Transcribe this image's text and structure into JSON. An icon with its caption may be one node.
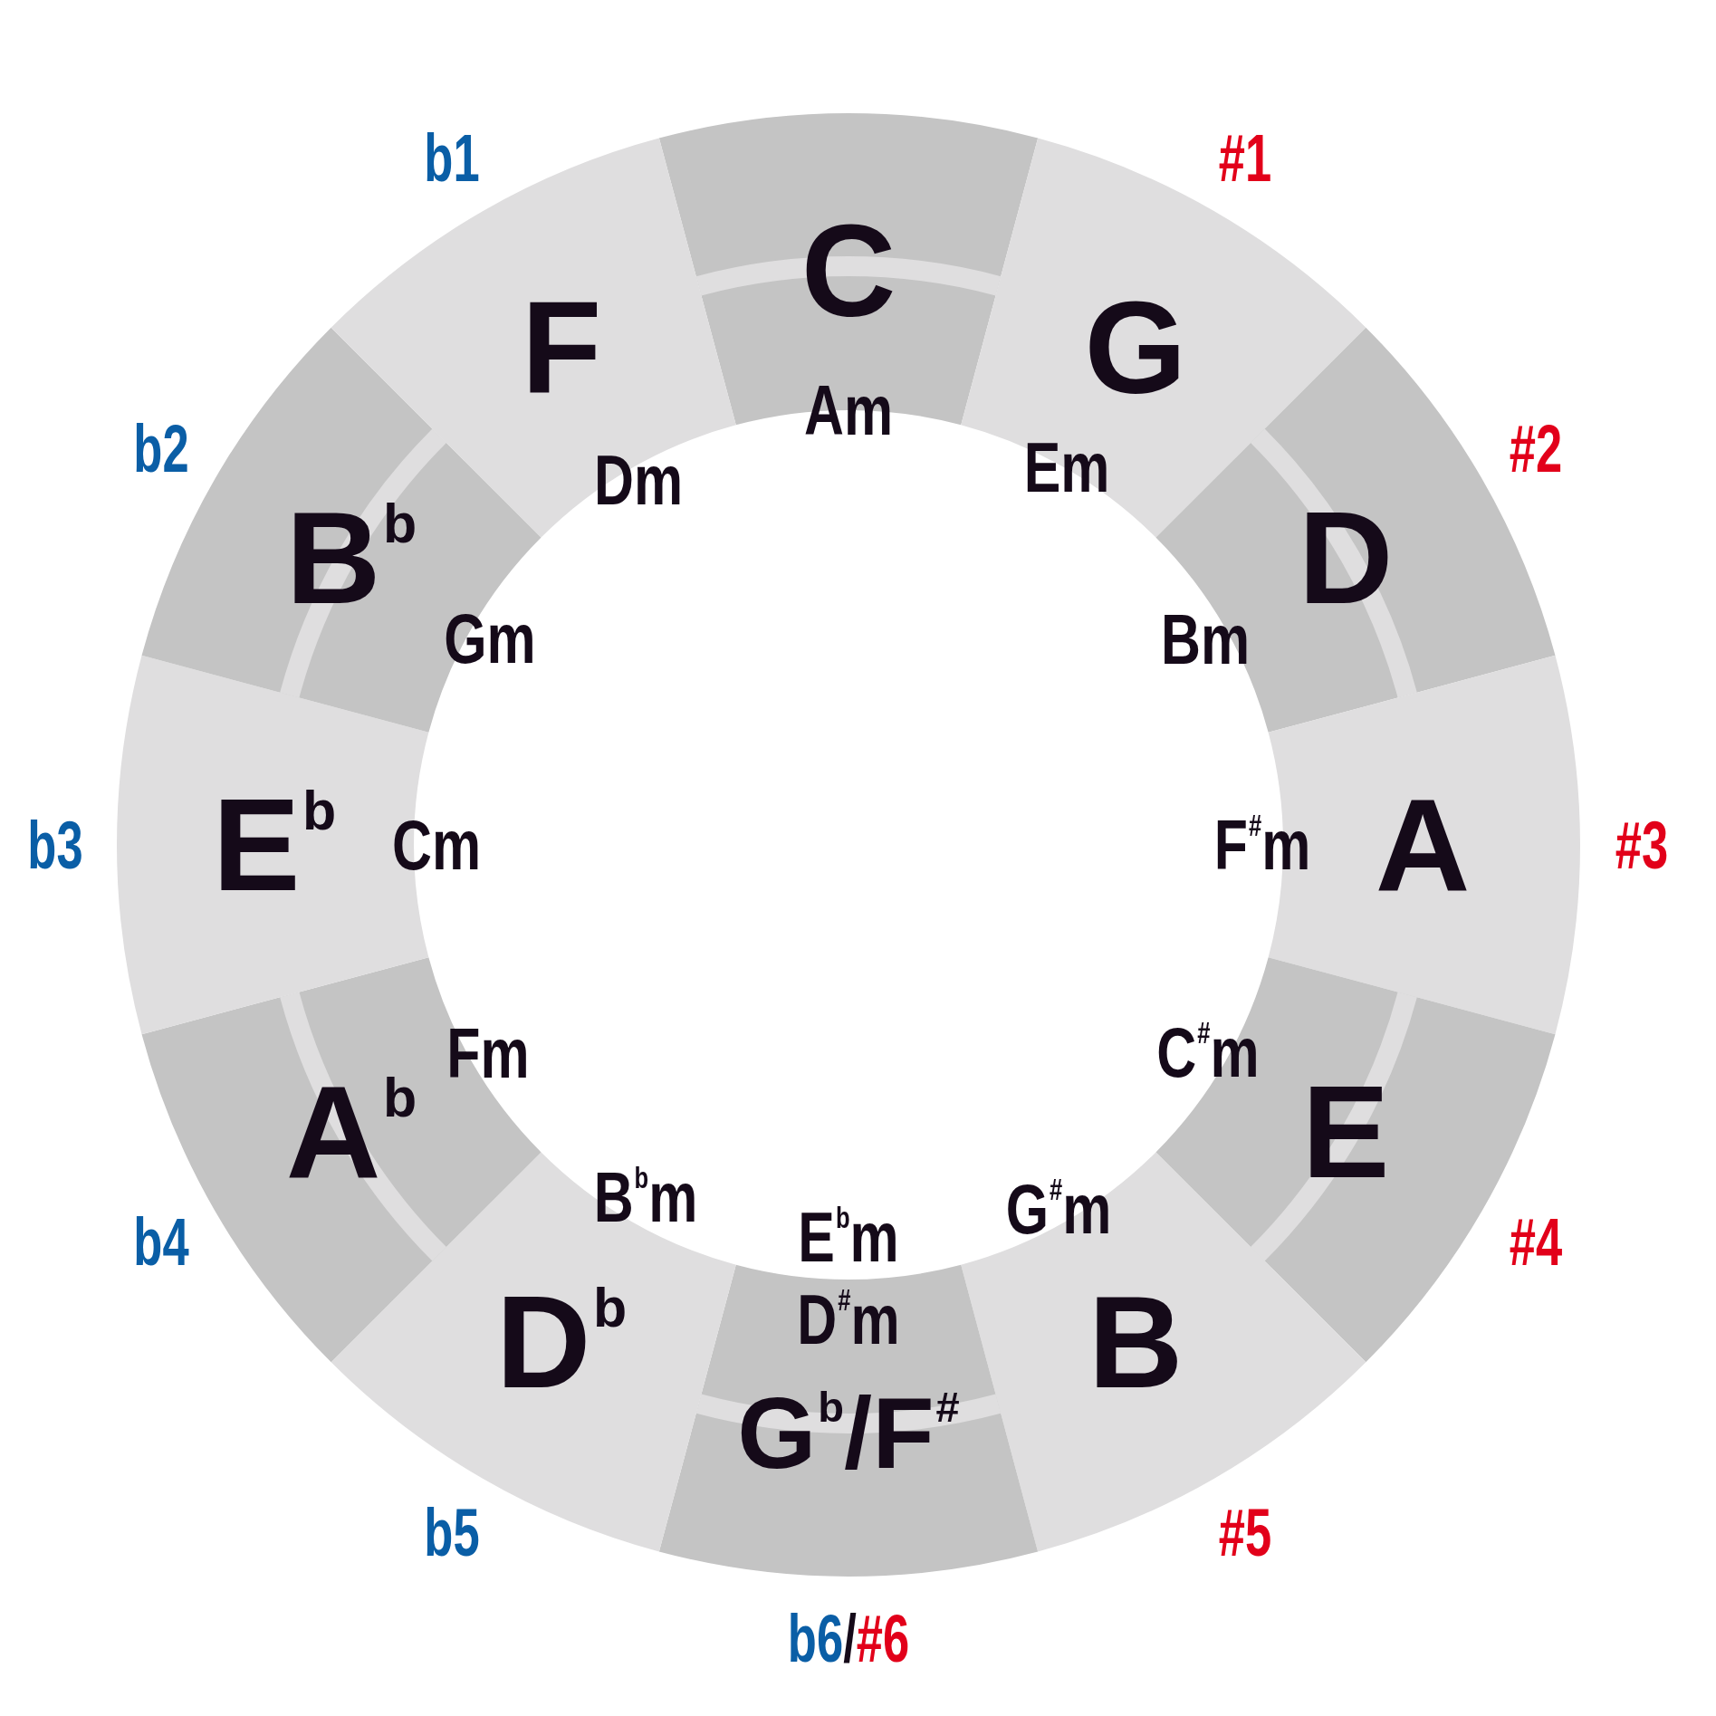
{
  "diagram": {
    "nodes": [
      {
        "text": [
          "C",
          "Am"
        ]
      },
      {
        "text": [
          "G",
          "Em"
        ],
        "beside": [
          "#1"
        ]
      },
      {
        "text": [
          "D",
          "Bm"
        ],
        "beside": [
          "#2"
        ]
      },
      {
        "text": [
          "F$^{#}$m",
          "A"
        ],
        "beside": [
          "#3"
        ]
      },
      {
        "text": [
          "E",
          "C$^{#}$m"
        ],
        "beside": [
          "#4"
        ]
      },
      {
        "text": [
          "G$^{#}$m",
          "B"
        ],
        "beside": [
          "#5"
        ]
      },
      {
        "text": [
          "E$^{b}$m",
          "D$^{#}$m",
          "G$^{b}$/F$^{#}$"
        ],
        "beside": [
          "b6/#6"
        ]
      },
      {
        "text": [
          "B$^{b}$m",
          "D$^{b}$"
        ],
        "beside": [
          "b5"
        ]
      },
      {
        "text": [
          "A$^{b}$",
          "Fm"
        ],
        "beside": [
          "b4"
        ]
      },
      {
        "text": [
          "E$^{b}$",
          "Cm"
        ],
        "beside": [
          "b3"
        ]
      },
      {
        "text": [
          "B$^{b}$",
          "Gm"
        ],
        "beside": [
          "b2"
        ]
      },
      {
        "text": [
          "F",
          "Dm"
        ],
        "beside": [
          "b1"
        ]
      }
    ]
  }
}
